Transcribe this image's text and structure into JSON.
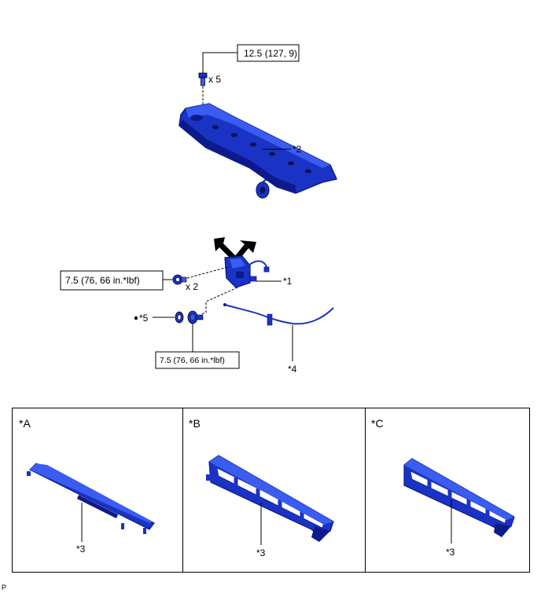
{
  "colors": {
    "part_dark": "#0d1a8c",
    "part_mid": "#1a33c4",
    "part_light": "#3a5cf0",
    "outline": "#000000"
  },
  "upper": {
    "torque_label": "12.5 (127, 9)",
    "bolt_qty": "x 5",
    "part_label": "*2"
  },
  "middle": {
    "torque_left": "7.5 (76, 66 in.*lbf)",
    "torque_bottom": "7.5 (76, 66 in.*lbf)",
    "nut_qty": "x 2",
    "part1_label": "*1",
    "part4_label": "*4",
    "part5_label": "*5"
  },
  "panels": [
    {
      "title": "*A",
      "part_label": "*3"
    },
    {
      "title": "*B",
      "part_label": "*3"
    },
    {
      "title": "*C",
      "part_label": "*3"
    }
  ],
  "footer_code": "P"
}
